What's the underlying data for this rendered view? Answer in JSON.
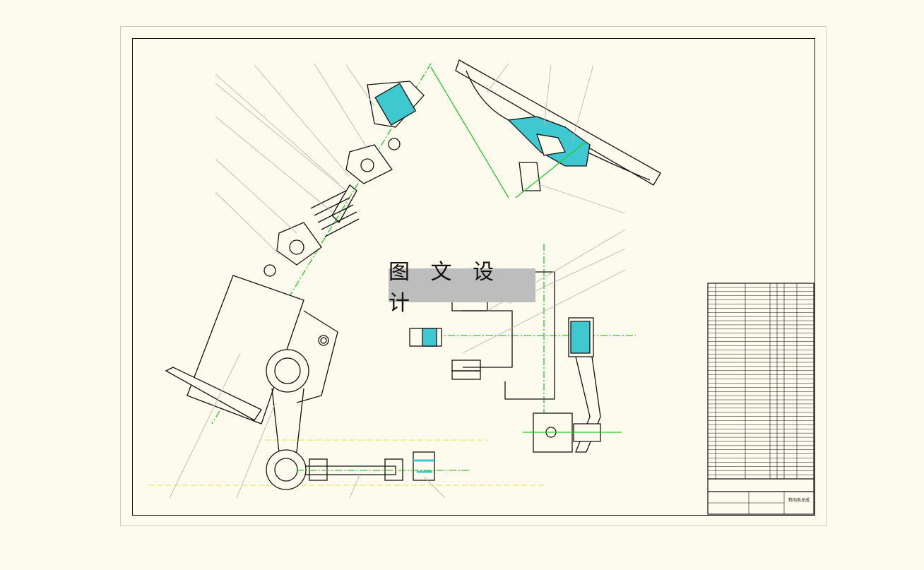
{
  "watermark": {
    "text": "图 文 设 计"
  },
  "colors": {
    "background": "#fdfbee",
    "outline": "#111111",
    "centerline": "#22cc22",
    "section_fill": "#3fc8d0",
    "leader": "#b8b8b8",
    "reference_line": "#e8e040"
  },
  "title_block": {
    "drawing_title": "转向系总成",
    "rows": 47
  }
}
